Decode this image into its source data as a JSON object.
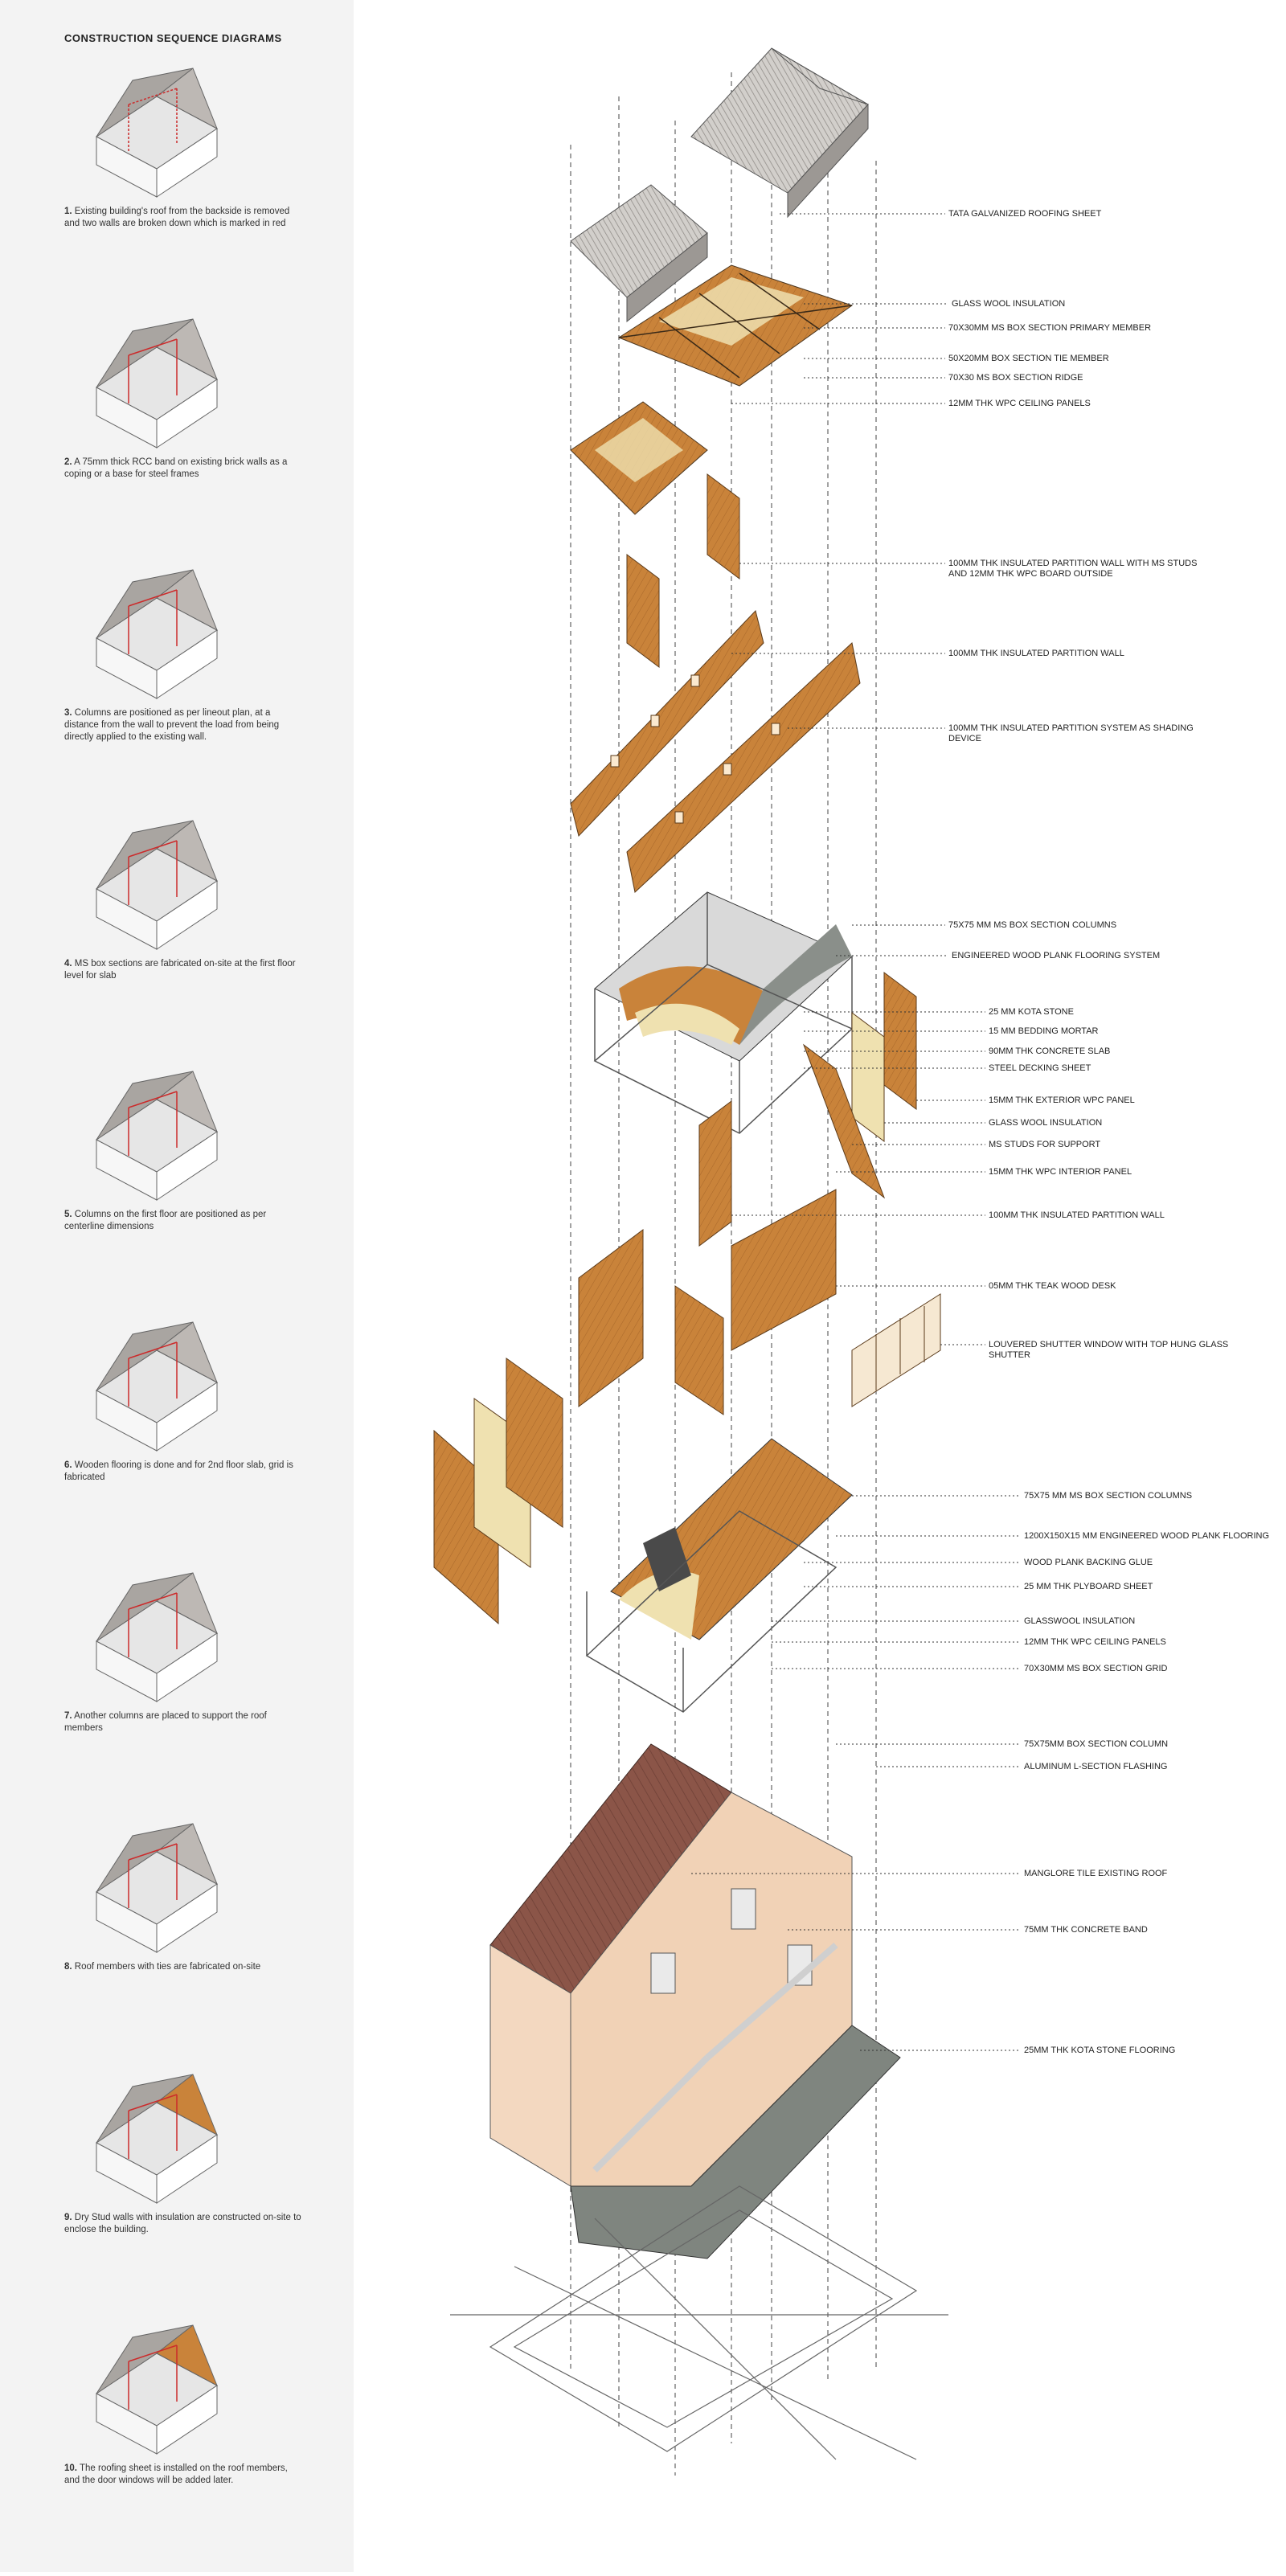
{
  "sidebar": {
    "title": "CONSTRUCTION SEQUENCE DIAGRAMS",
    "steps": [
      {
        "number": "1.",
        "text": " Existing building's  roof from the backside is removed and two walls are broken down which is marked in red"
      },
      {
        "number": "2.",
        "text": " A 75mm thick RCC band on existing brick walls as a coping or a base for steel frames"
      },
      {
        "number": "3.",
        "text": " Columns are positioned as per lineout plan, at a distance from the wall to prevent the load from being directly applied to the existing wall."
      },
      {
        "number": "4.",
        "text": " MS box sections are fabricated on-site at the first floor level for slab"
      },
      {
        "number": "5.",
        "text": " Columns on the first floor are positioned as per centerline dimensions"
      },
      {
        "number": "6.",
        "text": " Wooden flooring is done and for 2nd floor slab, grid is fabricated"
      },
      {
        "number": "7.",
        "text": " Another columns are placed to support the roof members"
      },
      {
        "number": "8.",
        "text": " Roof members with ties are fabricated on-site"
      },
      {
        "number": "9.",
        "text": " Dry Stud walls with insulation are constructed on-site to enclose the building."
      },
      {
        "number": "10.",
        "text": " The roofing sheet is installed on the roof members, and the door windows will be added later."
      }
    ]
  },
  "callouts": [
    "TATA GALVANIZED ROOFING SHEET",
    "GLASS WOOL INSULATION",
    "70X30MM MS BOX SECTION PRIMARY MEMBER",
    "50X20MM  BOX SECTION TIE MEMBER",
    "70X30  MS BOX SECTION RIDGE",
    "12MM THK  WPC CEILING PANELS",
    "100MM THK INSULATED PARTITION WALL WITH MS STUDS AND 12MM THK WPC BOARD OUTSIDE",
    "100MM THK INSULATED PARTITION WALL",
    "100MM THK INSULATED PARTITION SYSTEM AS SHADING DEVICE",
    "75X75 MM MS BOX SECTION COLUMNS",
    "ENGINEERED WOOD PLANK FLOORING SYSTEM",
    "25 MM KOTA STONE",
    "15 MM BEDDING MORTAR",
    "90MM THK CONCRETE SLAB",
    "STEEL DECKING SHEET",
    "15MM THK EXTERIOR WPC PANEL",
    "GLASS WOOL INSULATION",
    "MS STUDS FOR SUPPORT",
    "15MM THK WPC INTERIOR PANEL",
    "100MM THK INSULATED PARTITION WALL",
    "05MM THK TEAK WOOD DESK",
    "LOUVERED SHUTTER WINDOW WITH TOP HUNG GLASS SHUTTER",
    "75X75 MM MS BOX SECTION COLUMNS",
    "1200X150X15 MM ENGINEERED WOOD PLANK FLOORING",
    "WOOD PLANK BACKING GLUE",
    "25 MM THK PLYBOARD SHEET",
    "GLASSWOOL INSULATION",
    "12MM THK  WPC CEILING PANELS",
    "70X30MM MS BOX SECTION GRID",
    "75X75MM BOX SECTION COLUMN",
    "ALUMINUM L-SECTION FLASHING",
    "MANGLORE TILE  EXISTING ROOF",
    "75MM THK CONCRETE BAND",
    "25MM THK KOTA STONE FLOORING"
  ],
  "colors": {
    "roof_sheet": "#b8b4b0",
    "wood": "#c9833a",
    "wood_dark": "#9c5e24",
    "insulation": "#efe1b0",
    "concrete": "#8a8f8a",
    "tile_roof": "#8b5548",
    "wall_tint": "#f3d8c0",
    "highlight_red": "#cc2b2b",
    "sidebar_bg": "#f3f3f3"
  }
}
